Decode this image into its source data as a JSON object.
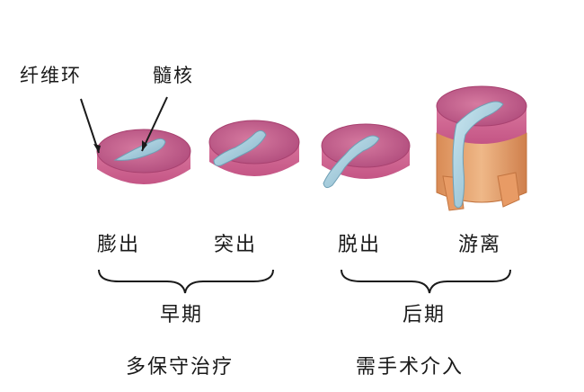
{
  "labels": {
    "annulus": "纤维环",
    "nucleus": "髓核"
  },
  "stages": [
    {
      "label": "膨出"
    },
    {
      "label": "突出"
    },
    {
      "label": "脱出"
    },
    {
      "label": "游离"
    }
  ],
  "groups": [
    {
      "label": "早期",
      "treatment": "多保守治疗"
    },
    {
      "label": "后期",
      "treatment": "需手术介入"
    }
  ],
  "colors": {
    "disc_top": "#c15a84",
    "disc_side": "#d96c95",
    "disc_rim": "#b0437a",
    "nucleus": "#9ec7d8",
    "vertebra": "#e3a06a"
  }
}
